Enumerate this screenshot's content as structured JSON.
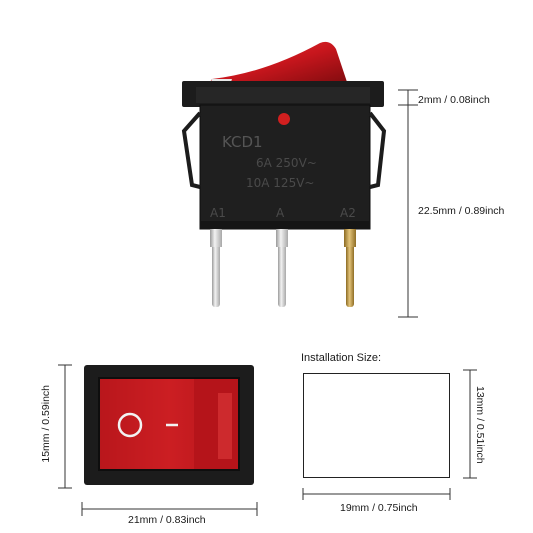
{
  "side_view": {
    "body_text": {
      "model": "KCD1",
      "rating_line1": "6A  250V~",
      "rating_line2": "10A 125V~",
      "terminal_left": "A1",
      "terminal_mid": "A",
      "terminal_right": "A2"
    },
    "dim_top": "2mm / 0.08inch",
    "dim_height": "22.5mm / 0.89inch"
  },
  "front_view": {
    "dim_height": "15mm / 0.59inch",
    "dim_width": "21mm / 0.83inch"
  },
  "installation": {
    "title": "Installation Size:",
    "dim_height": "13mm / 0.51inch",
    "dim_width": "19mm / 0.75inch"
  },
  "colors": {
    "rocker_red": "#c8161d",
    "body_black": "#1c1c1c",
    "terminal_silver": "#d7d7d7",
    "terminal_brass": "#c9a24a"
  }
}
